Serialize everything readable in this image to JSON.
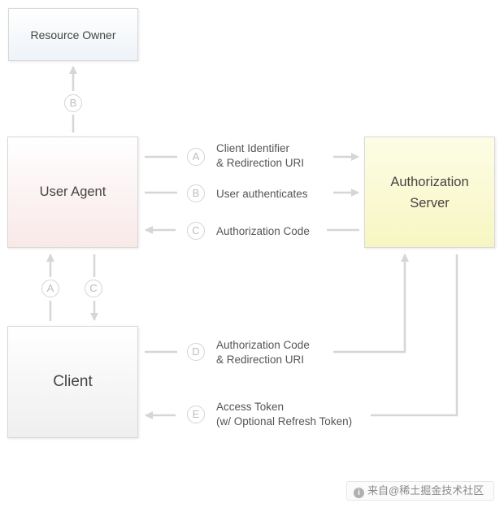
{
  "entities": {
    "resource_owner": "Resource Owner",
    "user_agent": "User Agent",
    "client": "Client",
    "authorization_server_line1": "Authorization",
    "authorization_server_line2": "Server"
  },
  "flows": {
    "ua_to_owner": {
      "step": "B"
    },
    "client_to_ua": {
      "step": "A"
    },
    "ua_to_client": {
      "step": "C"
    },
    "a": {
      "step": "A",
      "line1": "Client Identifier",
      "line2": "& Redirection URI"
    },
    "b": {
      "step": "B",
      "line1": "User authenticates"
    },
    "c": {
      "step": "C",
      "line1": "Authorization Code"
    },
    "d": {
      "step": "D",
      "line1": "Authorization Code",
      "line2": "& Redirection URI"
    },
    "e": {
      "step": "E",
      "line1": "Access Token",
      "line2": "(w/ Optional Refresh Token)"
    }
  },
  "watermark": {
    "icon": "info-icon",
    "text": "来自@稀土掘金技术社区"
  },
  "colors": {
    "line": "#d6d6d6",
    "resource_owner_fill": "#eef3f8",
    "user_agent_fill": "#f9e8e8",
    "client_fill": "#efefef",
    "auth_server_fill": "#f7f6c2"
  }
}
